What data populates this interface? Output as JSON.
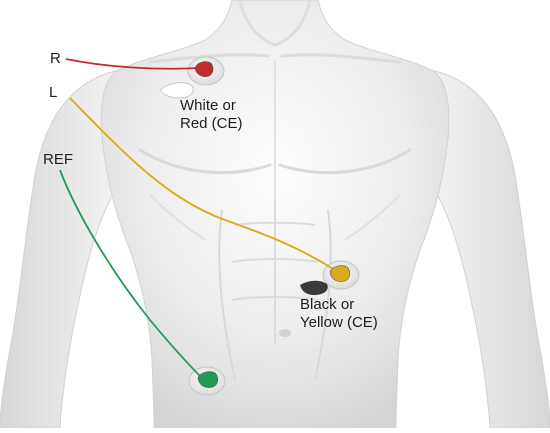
{
  "leads": [
    {
      "id": "R",
      "label": "R",
      "color": "#c42b2b"
    },
    {
      "id": "L",
      "label": "L",
      "color": "#d9aa1c"
    },
    {
      "id": "REF",
      "label": "REF",
      "color": "#229a55"
    }
  ],
  "electrode_labels": {
    "right": {
      "line1": "White or",
      "line2": "Red (CE)"
    },
    "left": {
      "line1": "Black or",
      "line2": "Yellow (CE)"
    }
  },
  "colors": {
    "skin_light": "#fbfbfb",
    "skin_mid": "#e4e4e4",
    "skin_shadow": "#c9c9c9",
    "pad": "#f2f2f2",
    "pad_edge": "#bdbdbd",
    "white_clip": "#ffffff",
    "black_clip": "#3a3a3a"
  }
}
